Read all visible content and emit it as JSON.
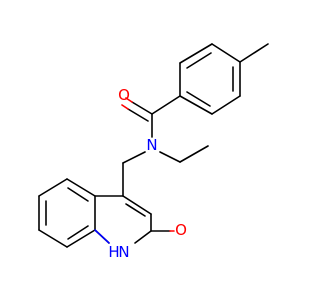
{
  "molecule": {
    "atom_labels": {
      "carbonyl_oxygen": "O",
      "amide_nitrogen": "N",
      "hydroxyl_oxygen": "O",
      "ring_nh": "H",
      "ring_n": "N"
    },
    "colors": {
      "bond": "#000000",
      "oxygen": "#ff0000",
      "nitrogen": "#0000ff",
      "background": "#ffffff"
    }
  }
}
